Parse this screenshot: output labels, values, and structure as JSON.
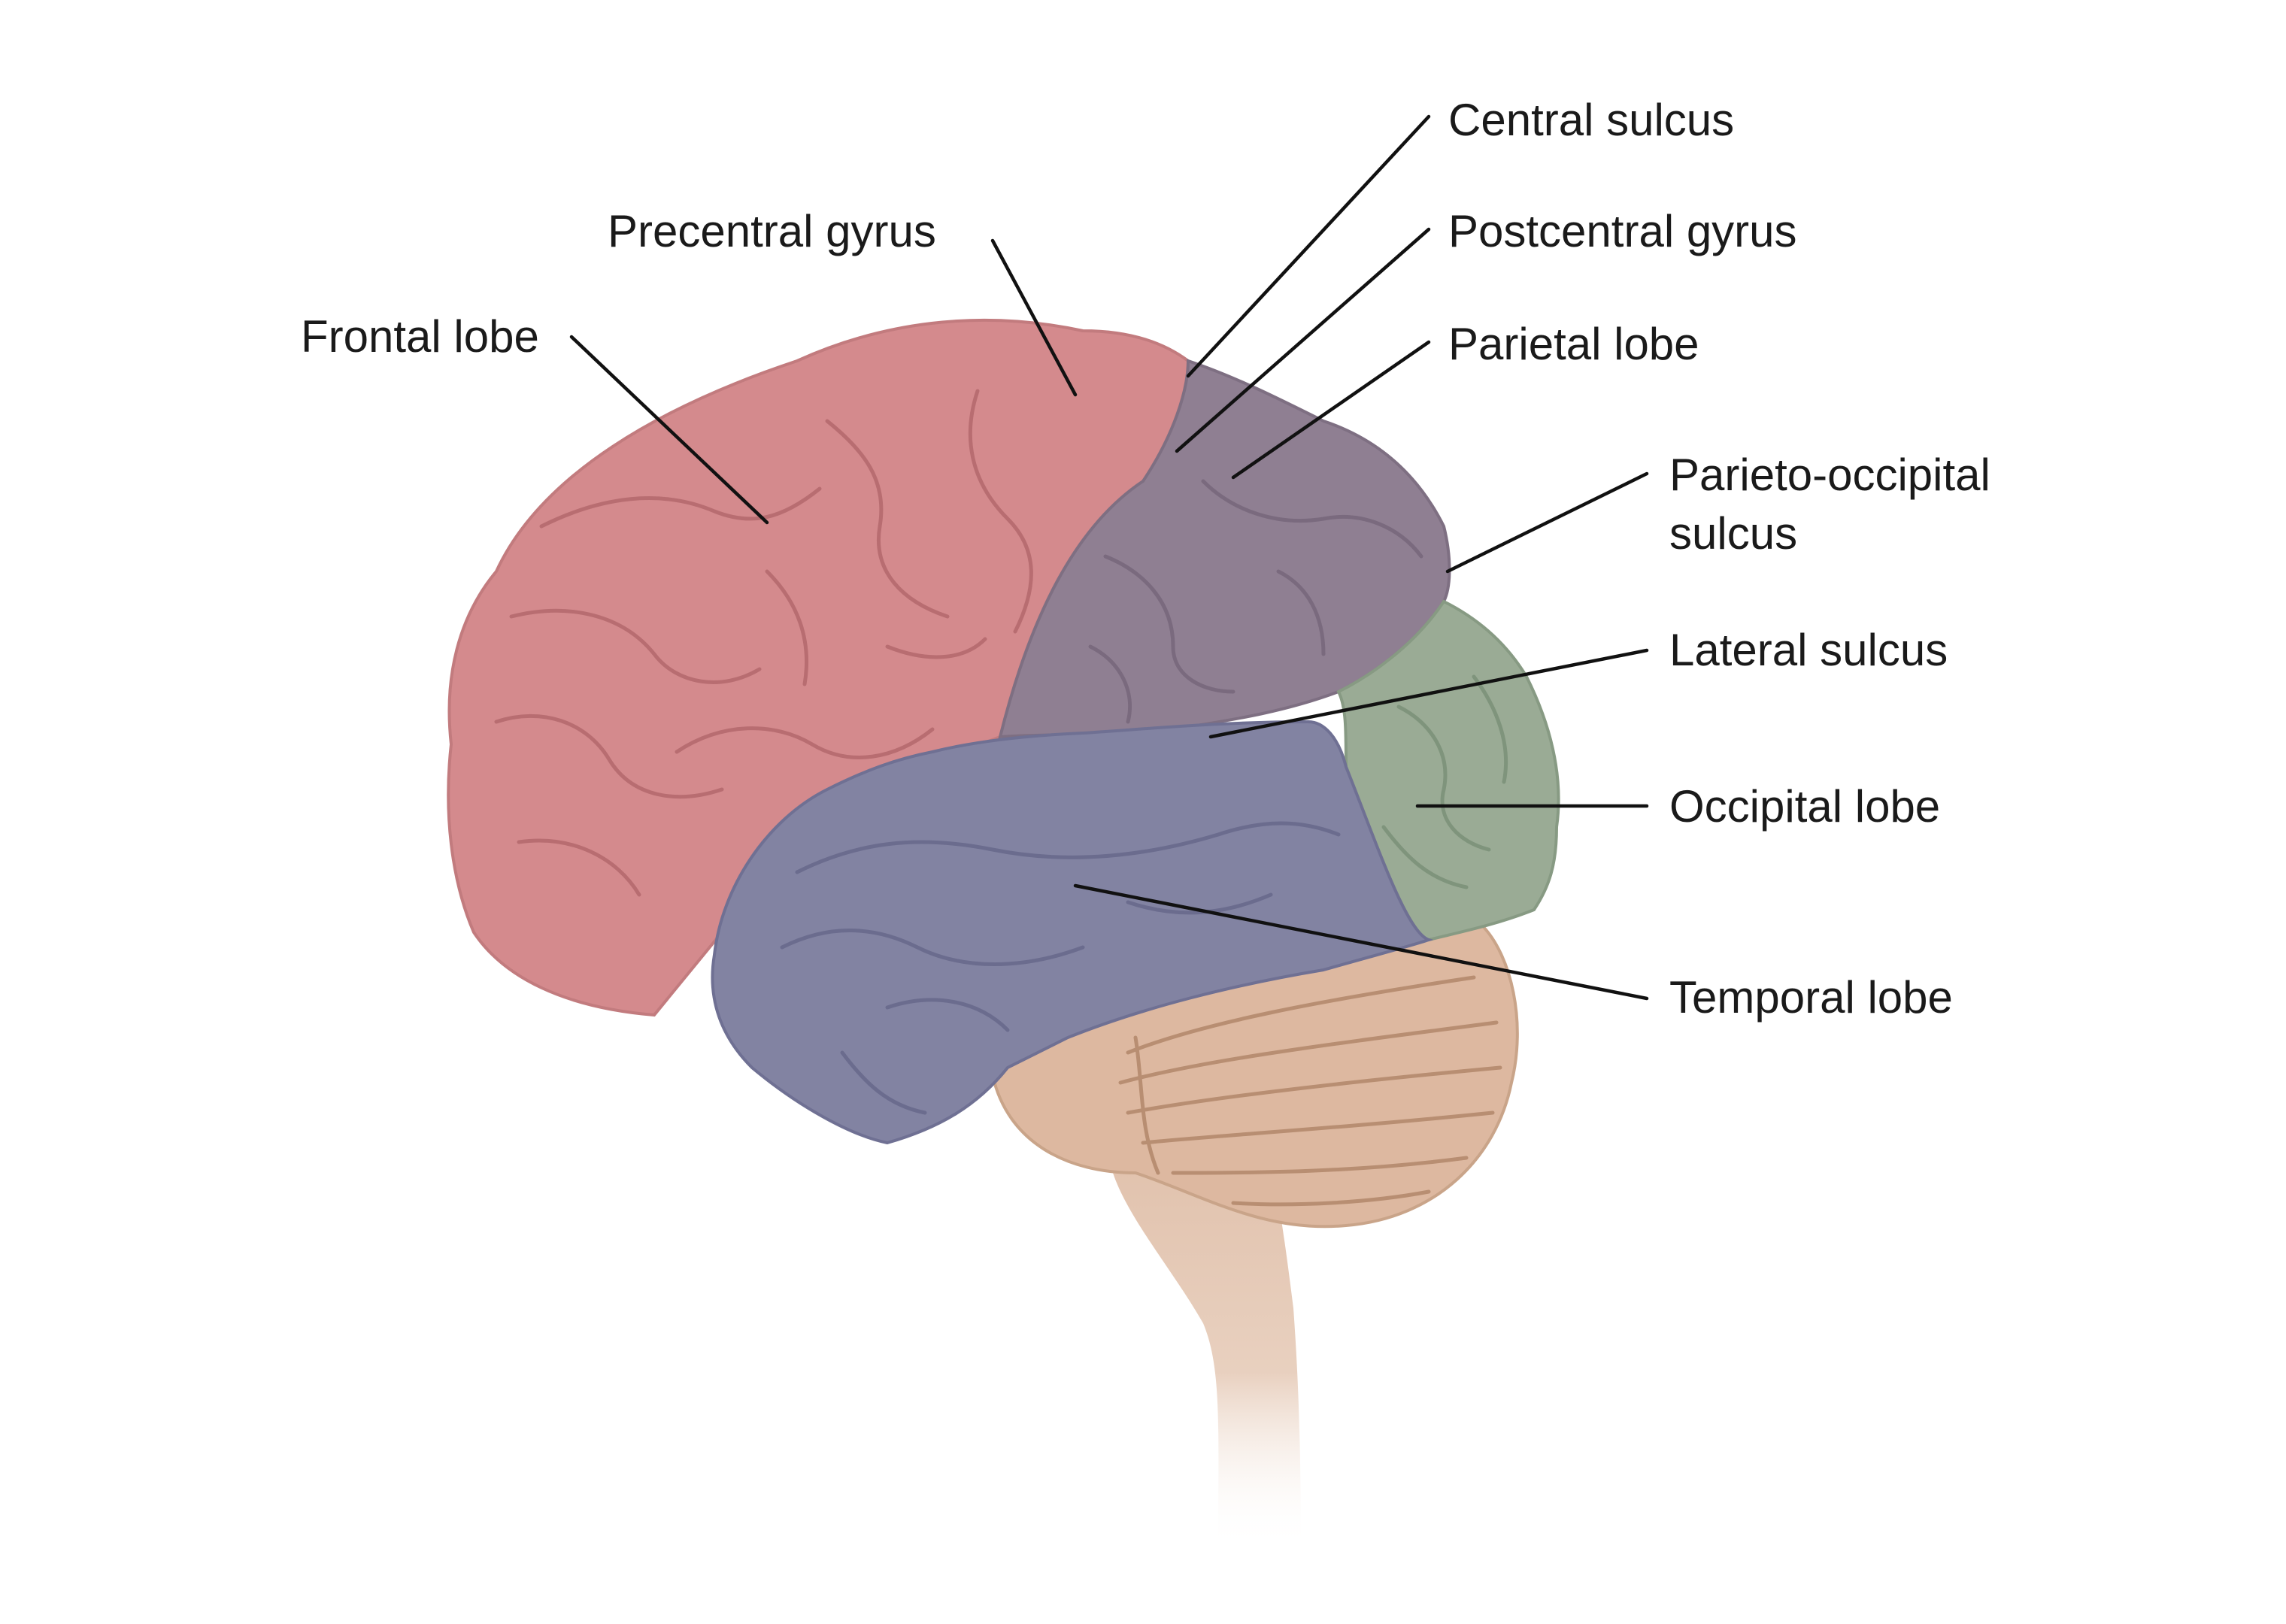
{
  "diagram": {
    "labels": {
      "frontal_lobe": "Frontal lobe",
      "precentral_gyrus": "Precentral gyrus",
      "central_sulcus": "Central sulcus",
      "postcentral_gyrus": "Postcentral gyrus",
      "parietal_lobe": "Parietal lobe",
      "parieto_occipital_line1": "Parieto-occipital",
      "parieto_occipital_line2": "sulcus",
      "lateral_sulcus": "Lateral sulcus",
      "occipital_lobe": "Occipital lobe",
      "temporal_lobe": "Temporal lobe"
    },
    "colors": {
      "frontal": "#d48a8d",
      "parietal": "#8f7f92",
      "occipital": "#9aab95",
      "temporal": "#8283a2",
      "cerebellum": "#ddb8a0",
      "brainstem": "#e1c2ad",
      "leader_line": "#111111",
      "text": "#1a1a1a"
    }
  }
}
